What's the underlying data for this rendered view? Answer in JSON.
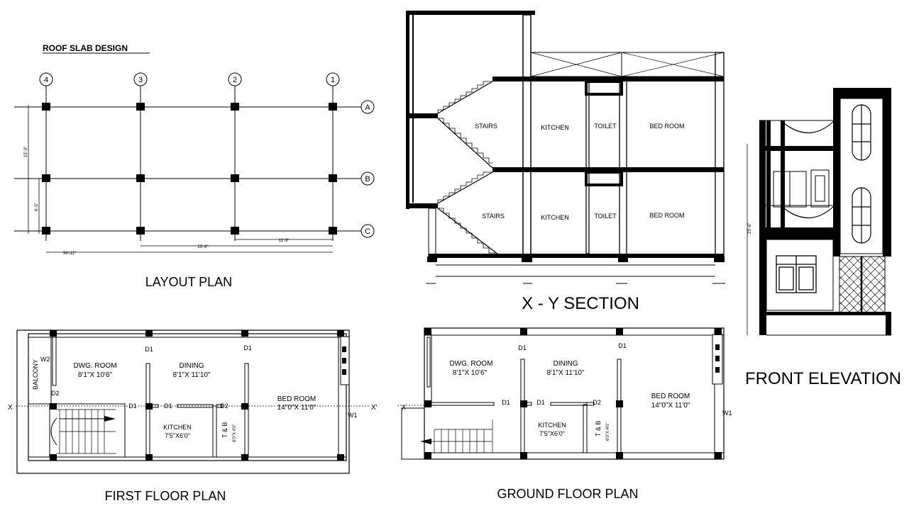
{
  "layout_plan": {
    "heading": "ROOF SLAB DESIGN",
    "title": "LAYOUT PLAN",
    "columns": [
      "4",
      "3",
      "2",
      "1"
    ],
    "rows": [
      "A",
      "B",
      "C"
    ],
    "dims": {
      "left_top": "15'-3\"",
      "left_bottom": "6'-5\"",
      "span_a": "11'-9\"",
      "span_b": "23'-6\"",
      "span_total": "34'-11\""
    }
  },
  "section": {
    "title": "X - Y  SECTION",
    "upper": {
      "stairs": "STAIRS",
      "kitchen": "KITCHEN",
      "toilet": "TOILET",
      "bed": "BED ROOM"
    },
    "lower": {
      "stairs": "STAIRS",
      "kitchen": "KITCHEN",
      "toilet": "TOILET",
      "bed": "BED ROOM"
    }
  },
  "elevation": {
    "title": "FRONT ELEVATION",
    "height_dim": "23'-6\""
  },
  "first_floor": {
    "title": "FIRST FLOOR PLAN",
    "balcony": "BALCONY",
    "w2": "W2",
    "d2_left": "D2",
    "dwg_name": "DWG. ROOM",
    "dwg_size": "8'1\"X 10'6\"",
    "dining_name": "DINING",
    "dining_size": "8'1\"X 11'10\"",
    "d1_a": "D1",
    "d1_b": "D1",
    "d1_c": "D1",
    "d1_d": "D1",
    "d2_mid": "D2",
    "kitchen_name": "KITCHEN",
    "kitchen_size": "7'5\"X6'0\"",
    "tb_name": "T & B",
    "tb_size": "6'0\"X 4'0\"",
    "bed_name": "BED ROOM",
    "bed_size": "14\"0\"X 11'0\"",
    "w1": "W1",
    "x_left": "X",
    "x_right": "X'"
  },
  "ground_floor": {
    "title": "GROUND FLOOR PLAN",
    "dwg_name": "DWG. ROOM",
    "dwg_size": "8'1\"X 10'6\"",
    "dining_name": "DINING",
    "dining_size": "8'1\"X 11'10\"",
    "d1_a": "D1",
    "d1_b": "D1",
    "d1_c": "D1",
    "d1_d": "D1",
    "d2": "D2",
    "kitchen_name": "KITCHEN",
    "kitchen_size": "7'5\"X6'0\"",
    "tb_name": "T & B",
    "tb_size": "6'0\"X 4'0\"",
    "bed_name": "BED ROOM",
    "bed_size": "14\"0\"X 11'0\"",
    "w1": "W1",
    "x_left": "X"
  }
}
